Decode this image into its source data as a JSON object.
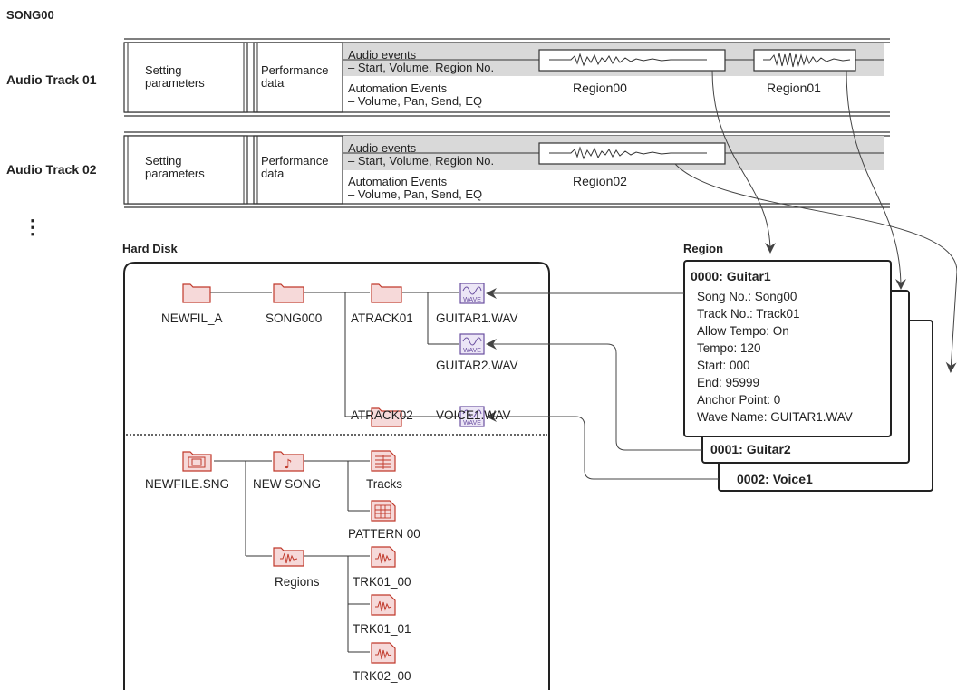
{
  "song_title": "SONG00",
  "tracks": [
    {
      "name": "Audio Track 01",
      "setting_label_1": "Setting",
      "setting_label_2": "parameters",
      "performance_label_1": "Performance",
      "performance_label_2": "data",
      "audio_events_title": "Audio events",
      "audio_events_detail": "– Start, Volume, Region No.",
      "automation_title": "Automation Events",
      "automation_detail": "– Volume, Pan, Send, EQ",
      "regions": [
        "Region00",
        "Region01"
      ]
    },
    {
      "name": "Audio Track 02",
      "setting_label_1": "Setting",
      "setting_label_2": "parameters",
      "performance_label_1": "Performance",
      "performance_label_2": "data",
      "audio_events_title": "Audio events",
      "audio_events_detail": "– Start, Volume, Region No.",
      "automation_title": "Automation Events",
      "automation_detail": "– Volume, Pan, Send, EQ",
      "regions": [
        "Region02"
      ]
    }
  ],
  "ellipsis": "⋮",
  "hard_disk": {
    "title": "Hard Disk",
    "top_tree": {
      "newfil_a": "NEWFIL_A",
      "song000": "SONG000",
      "atrack01": "ATRACK01",
      "atrack02": "ATRACK02",
      "guitar1": "GUITAR1.WAV",
      "guitar2": "GUITAR2.WAV",
      "voice1": "VOICE1.WAV",
      "wave_badge": "WAVE"
    },
    "bottom_tree": {
      "newfile_sng": "NEWFILE.SNG",
      "new_song": "NEW SONG",
      "tracks": "Tracks",
      "pattern": "PATTERN 00",
      "regions": "Regions",
      "trk01_00": "TRK01_00",
      "trk01_01": "TRK01_01",
      "trk02_00": "TRK02_00"
    }
  },
  "region_panel": {
    "title": "Region",
    "cards": [
      {
        "header": "0000: Guitar1",
        "fields": [
          "Song No.: Song00",
          "Track No.: Track01",
          "Allow Tempo: On",
          "Tempo: 120",
          "Start: 000",
          "End: 95999",
          "Anchor Point: 0",
          "Wave Name: GUITAR1.WAV"
        ]
      },
      {
        "header": "0001: Guitar2"
      },
      {
        "header": "0002: Voice1"
      }
    ]
  },
  "colors": {
    "gray_band": "#d9d9d9",
    "folder_fill": "#f6d9d9",
    "folder_stroke": "#c0392b",
    "wave_fill": "#ece6f6",
    "wave_stroke": "#6a4fa0",
    "line": "#333333"
  }
}
